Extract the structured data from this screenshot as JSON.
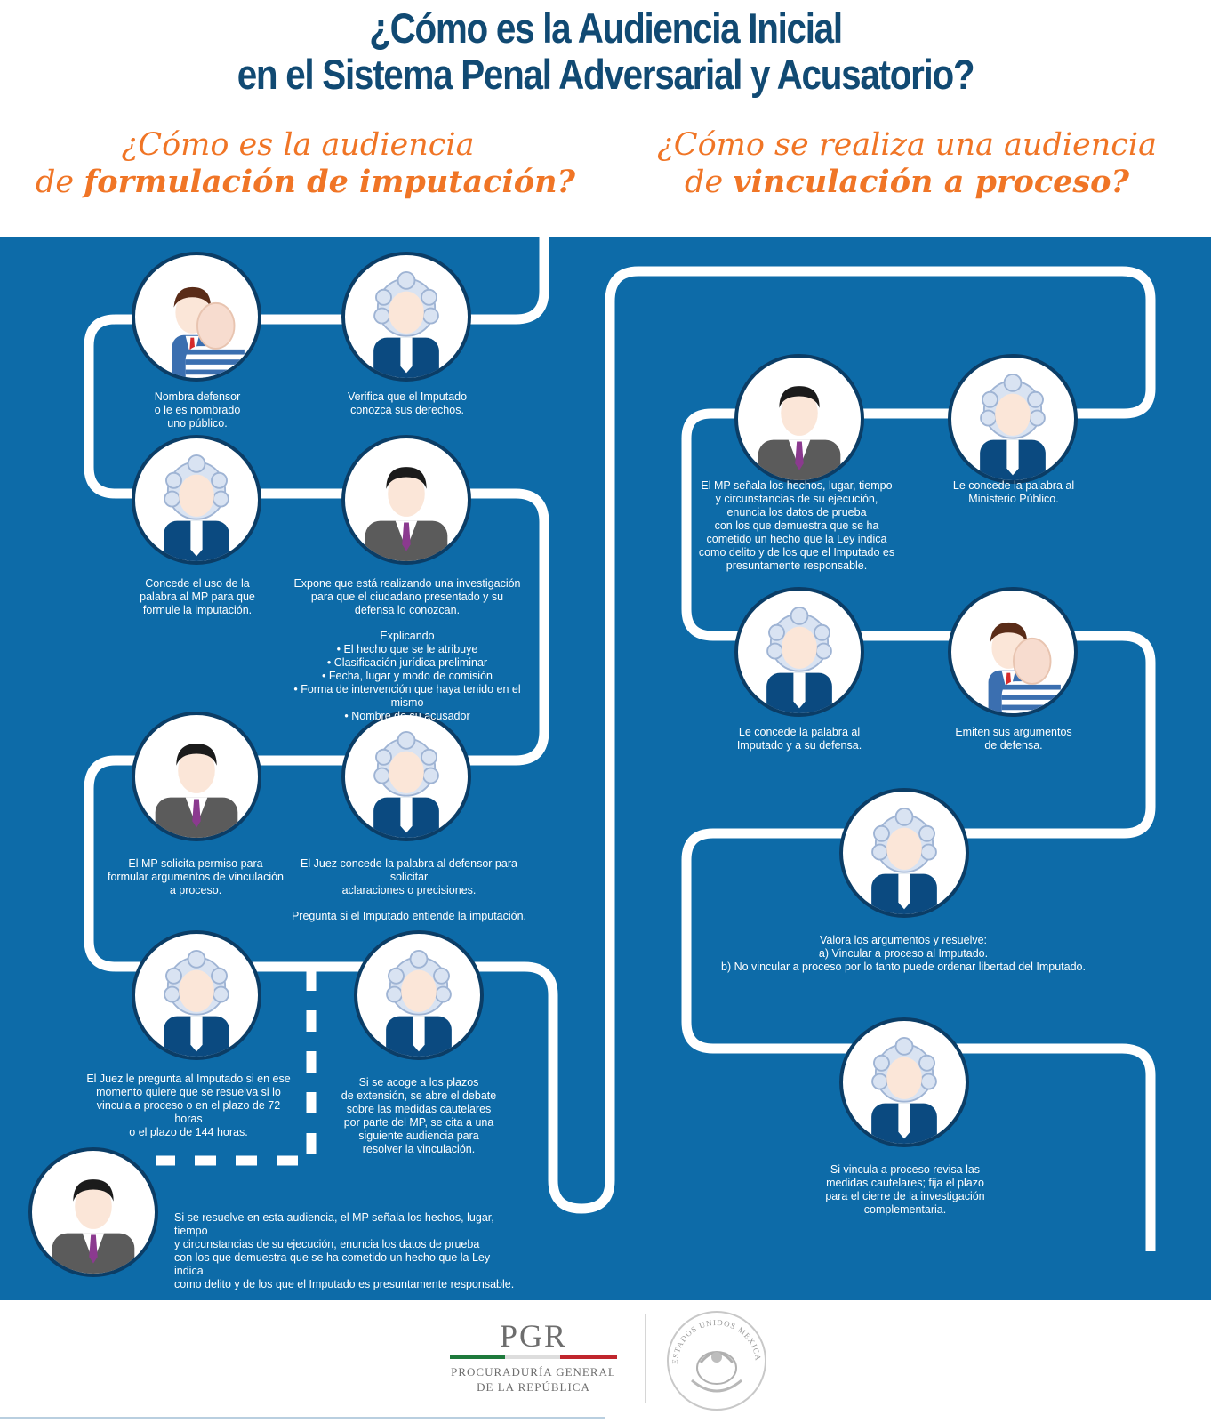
{
  "title": {
    "line1": "¿Cómo es la Audiencia Inicial",
    "line2": "en el Sistema Penal Adversarial y Acusatorio?"
  },
  "left_section": {
    "heading_line1": "¿Cómo es la audiencia",
    "heading_line2_prefix": "de ",
    "heading_line2_bold": "formulación de imputación?",
    "steps": [
      {
        "icon": "defender-with-accused-icon",
        "caption": [
          "Nombra defensor",
          "o le es nombrado",
          "uno público."
        ]
      },
      {
        "icon": "judge-icon",
        "caption": [
          "Verifica que el Imputado",
          "conozca sus derechos."
        ]
      },
      {
        "icon": "judge-icon",
        "caption": [
          "Concede el uso de la",
          "palabra al MP para que",
          "formule la imputación."
        ]
      },
      {
        "icon": "prosecutor-icon",
        "caption": [
          "Expone que está realizando una investigación",
          "para que el ciudadano presentado y su",
          "defensa lo conozcan."
        ],
        "extra": [
          "Explicando",
          "• El hecho que se le atribuye",
          "• Clasificación jurídica preliminar",
          "• Fecha, lugar y modo de comisión",
          "• Forma de intervención que haya tenido en el mismo",
          "• Nombre de su acusador"
        ]
      },
      {
        "icon": "prosecutor-icon",
        "caption": [
          "El MP solicita permiso para",
          "formular argumentos de vinculación",
          "a proceso."
        ]
      },
      {
        "icon": "judge-icon",
        "caption": [
          "El Juez concede la palabra al defensor para solicitar",
          "aclaraciones o precisiones."
        ],
        "extra": [
          "Pregunta si el Imputado entiende la imputación."
        ]
      },
      {
        "icon": "judge-icon",
        "caption": [
          "El Juez le pregunta al Imputado si en ese",
          "momento quiere que se resuelva si lo",
          "vincula a proceso o en el plazo de 72 horas",
          "o el plazo de 144 horas."
        ]
      },
      {
        "icon": "judge-icon",
        "caption": [
          "Si se acoge a los plazos",
          "de extensión, se abre el debate",
          "sobre las medidas cautelares",
          "por parte del MP, se cita a una",
          "siguiente audiencia para",
          "resolver la vinculación."
        ]
      },
      {
        "icon": "prosecutor-icon",
        "caption": [
          "Si se resuelve en esta audiencia, el MP señala los hechos, lugar, tiempo",
          "y circunstancias de su ejecución, enuncia los datos de prueba",
          "con los que demuestra que se ha cometido un hecho que la Ley indica",
          "como delito y de los que el Imputado es presuntamente responsable."
        ]
      }
    ]
  },
  "right_section": {
    "heading_line1": "¿Cómo se realiza una audiencia",
    "heading_line2_prefix": "de ",
    "heading_line2_bold": "vinculación a proceso?",
    "steps": [
      {
        "icon": "prosecutor-icon",
        "caption": [
          "El MP señala los hechos, lugar, tiempo",
          "y circunstancias de su ejecución,",
          "enuncia los datos de prueba",
          "con los que demuestra que se ha",
          "cometido un hecho que la Ley indica",
          "como delito y de los que el Imputado es",
          "presuntamente responsable."
        ]
      },
      {
        "icon": "judge-icon",
        "caption": [
          "Le concede la palabra al",
          "Ministerio Público."
        ]
      },
      {
        "icon": "judge-icon",
        "caption": [
          "Le concede la palabra al",
          "Imputado y a su defensa."
        ]
      },
      {
        "icon": "defender-with-accused-icon",
        "caption": [
          "Emiten sus argumentos",
          "de defensa."
        ]
      },
      {
        "icon": "judge-icon",
        "caption": [
          "Valora los argumentos y resuelve:",
          "a) Vincular a proceso al Imputado.",
          "b) No vincular a proceso por lo tanto puede ordenar libertad del Imputado."
        ]
      },
      {
        "icon": "judge-icon",
        "caption": [
          "Si vincula a proceso revisa las",
          "medidas cautelares; fija el plazo",
          "para el cierre de la investigación",
          "complementaria."
        ]
      }
    ]
  },
  "footer": {
    "logo_text": "PGR",
    "org_line1": "PROCURADURÍA GENERAL",
    "org_line2": "DE LA REPÚBLICA",
    "seal_text": "ESTADOS UNIDOS MEXICANOS"
  },
  "colors": {
    "panel": "#0d6ba8",
    "title": "#114a73",
    "subtitle": "#f07526",
    "circle_border": "#0b3d66"
  }
}
